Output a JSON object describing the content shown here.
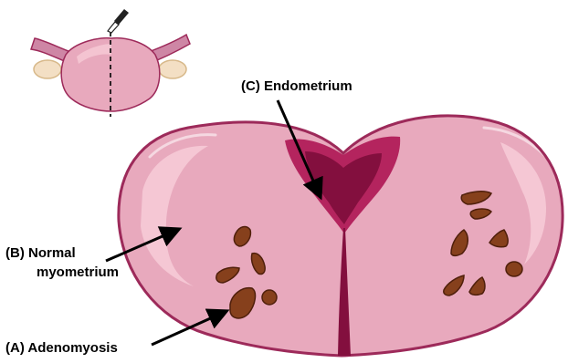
{
  "labels": {
    "endometrium": "(C) Endometrium",
    "normal_myometrium_line1": "(B) Normal",
    "normal_myometrium_line2": "myometrium",
    "adenomyosis": "(A) Adenomyosis"
  },
  "icons": {
    "scalpel": "scalpel-icon",
    "uterus_thumbnail": "uterus-thumbnail-icon"
  },
  "colors": {
    "myometrium": "#e8a9bd",
    "myometrium_highlight": "#f6cad6",
    "outline": "#9d2a5a",
    "endometrium_outer": "#b4245e",
    "endometrium_inner": "#830f3e",
    "lesion": "#86401c",
    "lesion_outline": "#4f1f0b",
    "ovary": "#f3dfc4"
  }
}
